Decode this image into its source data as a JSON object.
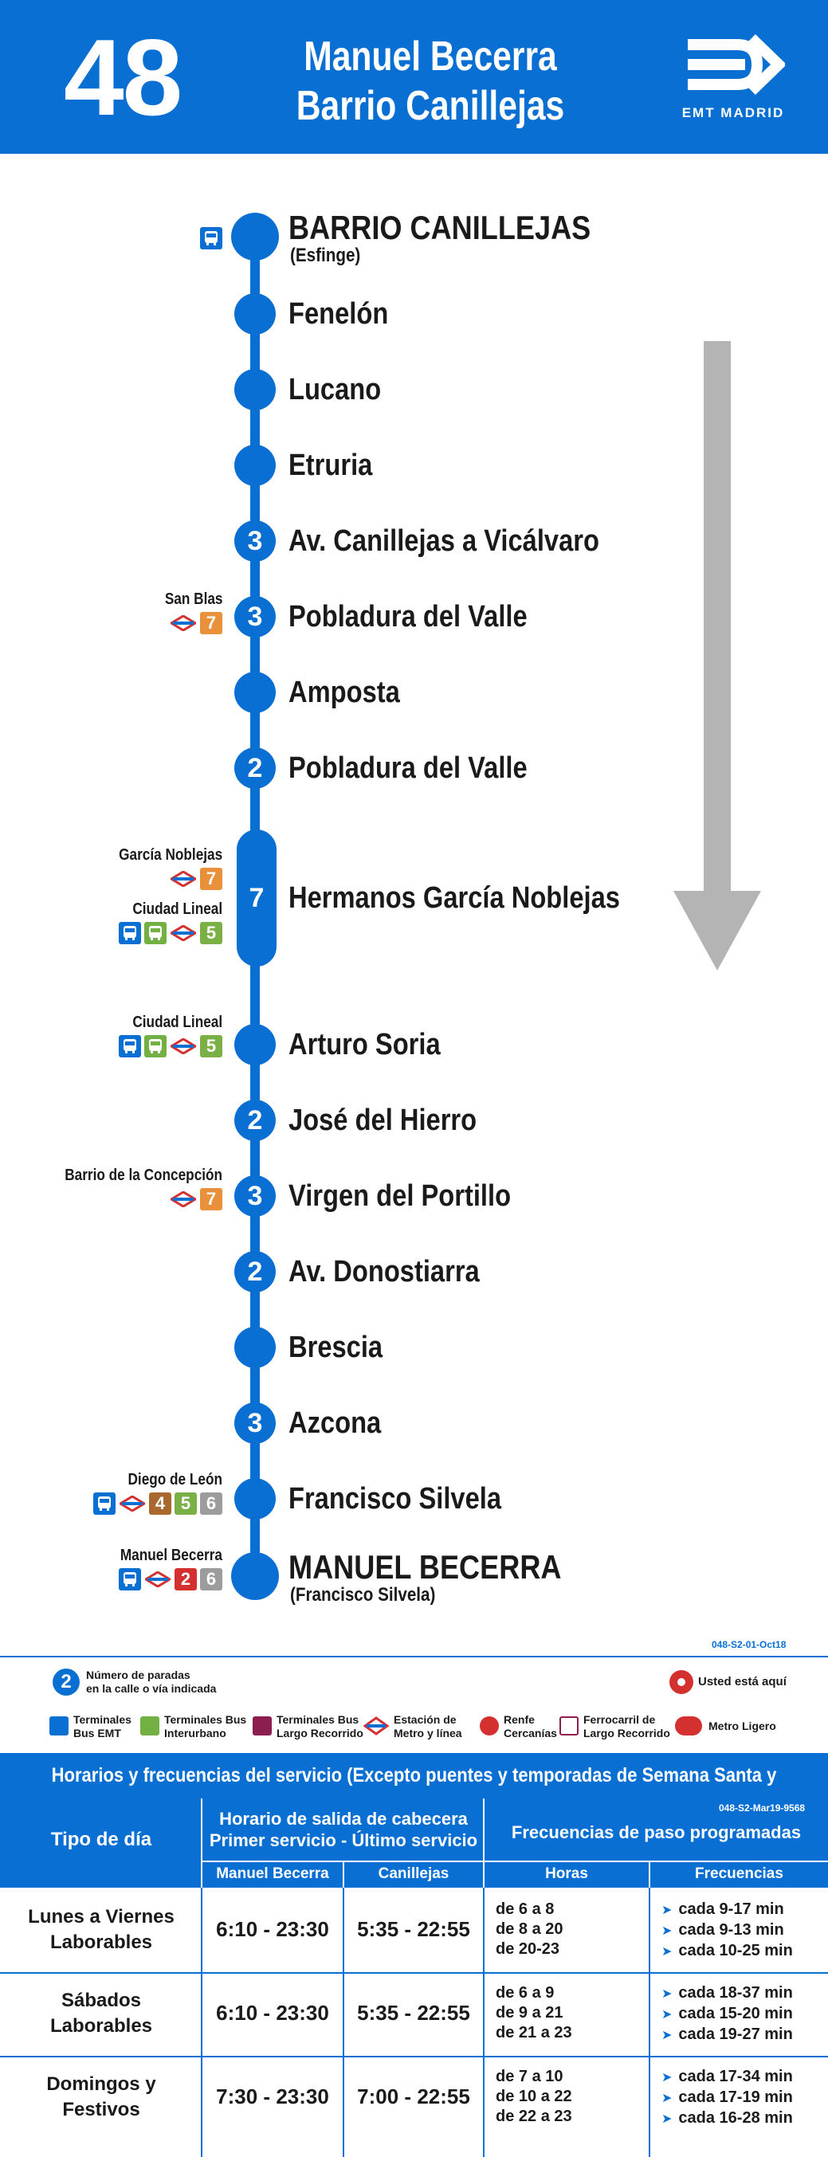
{
  "header": {
    "line_number": "48",
    "destination_1": "Manuel Becerra",
    "destination_2": "Barrio Canillejas",
    "logo_text": "EMT MADRID",
    "brand_color": "#0a6fd3"
  },
  "stops": [
    {
      "name": "BARRIO CANILLEJAS",
      "sub": "(Esfinge)",
      "count": "",
      "connections_label": "",
      "icons": [
        "bus"
      ]
    },
    {
      "name": "Fenelón",
      "count": ""
    },
    {
      "name": "Lucano",
      "count": ""
    },
    {
      "name": "Etruria",
      "count": ""
    },
    {
      "name": "Av. Canillejas a Vicálvaro",
      "count": "3"
    },
    {
      "name": "Pobladura del Valle",
      "count": "3",
      "connections_label": "San Blas",
      "icons": [
        "metro",
        "7"
      ]
    },
    {
      "name": "Amposta",
      "count": ""
    },
    {
      "name": "Pobladura del Valle",
      "count": "2"
    },
    {
      "name": "Hermanos García Noblejas",
      "count": "7",
      "connections_label": "García Noblejas",
      "icons": [
        "metro",
        "7"
      ],
      "connections_label_2": "Ciudad Lineal",
      "icons_2": [
        "bus",
        "interurban",
        "metro",
        "5"
      ]
    },
    {
      "name": "Arturo Soria",
      "count": "",
      "connections_label": "Ciudad Lineal",
      "icons": [
        "bus",
        "interurban",
        "metro",
        "5"
      ]
    },
    {
      "name": "José del Hierro",
      "count": "2"
    },
    {
      "name": "Virgen del Portillo",
      "count": "3",
      "connections_label": "Barrio de la Concepción",
      "icons": [
        "metro",
        "7"
      ]
    },
    {
      "name": "Av. Donostiarra",
      "count": "2"
    },
    {
      "name": "Brescia",
      "count": ""
    },
    {
      "name": "Azcona",
      "count": "3"
    },
    {
      "name": "Francisco Silvela",
      "count": "",
      "connections_label": "Diego de León",
      "icons": [
        "bus",
        "metro",
        "4",
        "5",
        "6"
      ]
    },
    {
      "name": "MANUEL BECERRA",
      "sub": "(Francisco Silvela)",
      "count": "",
      "connections_label": "Manuel Becerra",
      "icons": [
        "bus",
        "metro",
        "2",
        "6"
      ]
    }
  ],
  "legend": {
    "code": "048-S2-01-Oct18",
    "stop_count_number": "2",
    "stop_count_text_1": "Número de paradas",
    "stop_count_text_2": "en la calle o vía indicada",
    "you_are_here": "Usted está aquí",
    "items": [
      {
        "line1": "Terminales",
        "line2": "Bus EMT"
      },
      {
        "line1": "Terminales Bus",
        "line2": "Interurbano"
      },
      {
        "line1": "Terminales Bus",
        "line2": "Largo Recorrido"
      },
      {
        "line1": "Estación de",
        "line2": "Metro y línea"
      },
      {
        "line1": "Renfe",
        "line2": "Cercanías"
      },
      {
        "line1": "Ferrocarril de",
        "line2": "Largo Recorrido"
      },
      {
        "line1": "Metro Ligero",
        "line2": ""
      }
    ]
  },
  "timetable": {
    "title": "Horarios y frecuencias del servicio (Excepto puentes y temporadas de Semana Santa y Verano)",
    "code": "048-S2-Mar19-9568",
    "col_day": "Tipo de día",
    "col_departure_1": "Horario de salida de cabecera",
    "col_departure_2": "Primer servicio - Último servicio",
    "col_freq": "Frecuencias de paso programadas",
    "sub_mb": "Manuel Becerra",
    "sub_can": "Canillejas",
    "sub_hours": "Horas",
    "sub_freq": "Frecuencias",
    "rows": [
      {
        "day_1": "Lunes a Viernes",
        "day_2": "Laborables",
        "mb": "6:10 - 23:30",
        "can": "5:35 - 22:55",
        "hours": [
          "de 6 a 8",
          "de 8 a 20",
          "de 20-23"
        ],
        "freqs": [
          "cada 9-17 min",
          "cada 9-13 min",
          "cada 10-25 min"
        ]
      },
      {
        "day_1": "Sábados",
        "day_2": "Laborables",
        "mb": "6:10 - 23:30",
        "can": "5:35 - 22:55",
        "hours": [
          "de 6 a 9",
          "de 9 a 21",
          "de 21 a 23"
        ],
        "freqs": [
          "cada 18-37 min",
          "cada 15-20 min",
          "cada 19-27 min"
        ]
      },
      {
        "day_1": "Domingos y",
        "day_2": "Festivos",
        "mb": "7:30 - 23:30",
        "can": "7:00 - 22:55",
        "hours": [
          "de 7 a 10",
          "de 10 a 22",
          "de 22 a 23"
        ],
        "freqs": [
          "cada 17-34 min",
          "cada 17-19 min",
          "cada 16-28 min"
        ]
      }
    ]
  }
}
